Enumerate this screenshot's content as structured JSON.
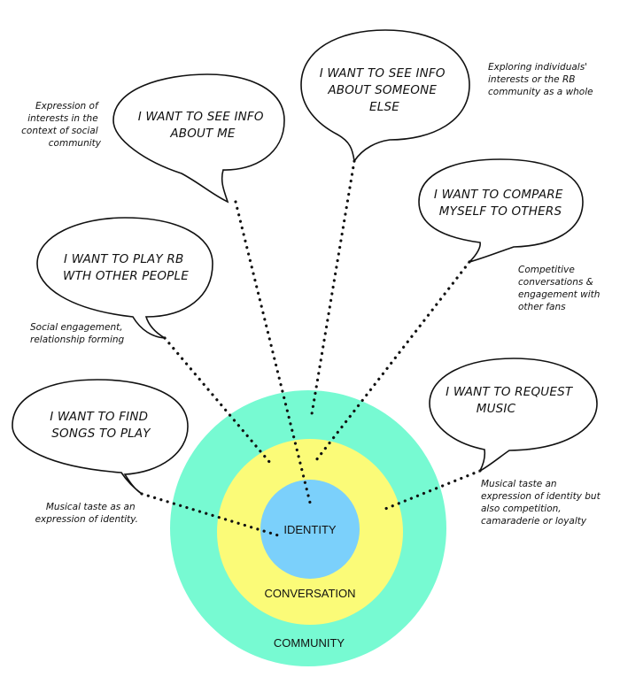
{
  "colors": {
    "community": "#77fad2",
    "conversation": "#fbfb78",
    "identity": "#7bd0fb",
    "stroke": "#111111",
    "background": "#ffffff"
  },
  "rings": {
    "community": "COMMUNITY",
    "conversation": "CONVERSATION",
    "identity": "IDENTITY"
  },
  "bubbles": {
    "info_me": {
      "line1": "I WANT TO SEE INFO",
      "line2": "ABOUT ME"
    },
    "info_else": {
      "line1": "I WANT TO SEE INFO",
      "line2": "ABOUT SOMEONE",
      "line3": "ELSE"
    },
    "compare": {
      "line1": "I WANT TO COMPARE",
      "line2": "MYSELF TO OTHERS"
    },
    "play": {
      "line1": "I WANT TO PLAY RB",
      "line2": "WTH OTHER PEOPLE"
    },
    "request": {
      "line1": "I WANT TO REQUEST",
      "line2": "MUSIC"
    },
    "find": {
      "line1": "I WANT TO FIND",
      "line2": "SONGS TO PLAY"
    }
  },
  "notes": {
    "info_me": {
      "line1": "Expression of",
      "line2": "interests in the",
      "line3": "context of social",
      "line4": "community"
    },
    "info_else": {
      "line1": "Exploring individuals'",
      "line2": "interests or the RB",
      "line3": "community as a whole"
    },
    "compare": {
      "line1": "Competitive",
      "line2": "conversations &",
      "line3": "engagement with",
      "line4": "other fans"
    },
    "play": {
      "line1": "Social engagement,",
      "line2": "relationship forming"
    },
    "request": {
      "line1": "Musical taste an",
      "line2": "expression of identity but",
      "line3": "also competition,",
      "line4": "camaraderie or loyalty"
    },
    "find": {
      "line1": "Musical taste as an",
      "line2": "expression of identity."
    }
  }
}
